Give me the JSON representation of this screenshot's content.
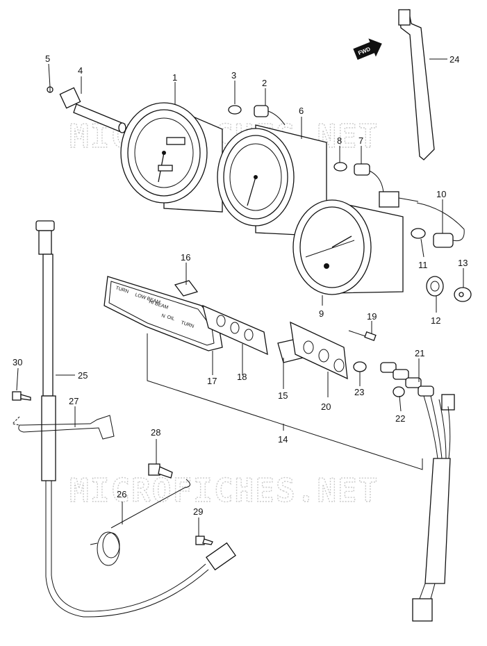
{
  "watermark": {
    "text_top": "MICROFICHES.NET",
    "text_bottom": "MICROFICHES.NET"
  },
  "direction_tag": "FWD",
  "panel_labels": {
    "turn_left": "TURN",
    "low_beam": "LOW BEAM",
    "hi_beam": "HI BEAM",
    "neutral": "N",
    "oil": "OIL",
    "turn_right": "TURN"
  },
  "callouts": [
    "1",
    "2",
    "3",
    "4",
    "5",
    "6",
    "7",
    "8",
    "9",
    "10",
    "11",
    "12",
    "13",
    "14",
    "15",
    "16",
    "17",
    "18",
    "19",
    "20",
    "21",
    "22",
    "23",
    "24",
    "25",
    "26",
    "27",
    "28",
    "29",
    "30"
  ],
  "colors": {
    "line": "#111111",
    "watermark": "#c9c9c9",
    "background": "#ffffff"
  }
}
